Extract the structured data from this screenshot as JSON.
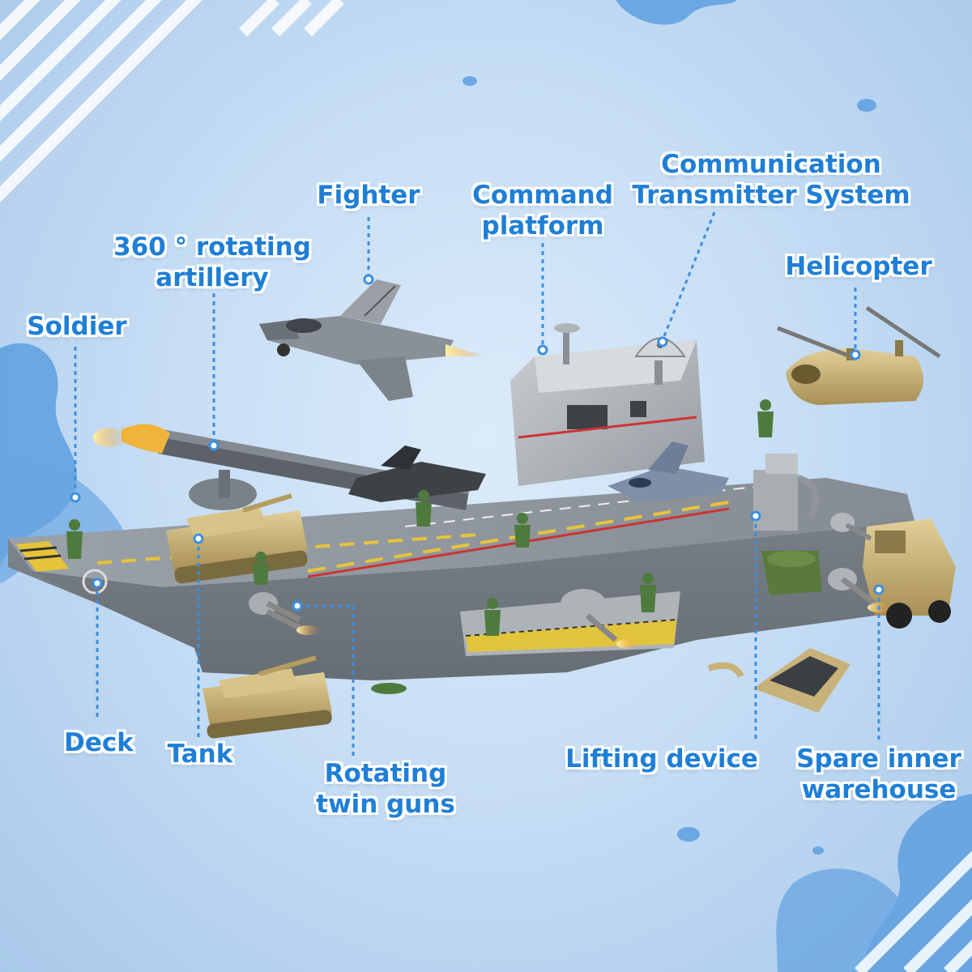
{
  "colors": {
    "label_text": "#1f7fd6",
    "label_outline": "#ffffff",
    "callout_line": "#3a8fe0",
    "background": "#c7def5",
    "paint_splash": "#5d9fe0",
    "hull_gray": "#7f868e",
    "deck_gray": "#9aa1a8",
    "tower_gray": "#b4b9bf",
    "soldier_green": "#4f7a3e",
    "tan_vehicle": "#c9b27a"
  },
  "labels": {
    "fighter": [
      "Fighter"
    ],
    "command_platform": [
      "Command",
      "platform"
    ],
    "communication_system": [
      "Communication",
      "Transmitter System"
    ],
    "helicopter": [
      "Helicopter"
    ],
    "artillery": [
      "360 ° rotating",
      "artillery"
    ],
    "soldier": [
      "Soldier"
    ],
    "deck": [
      "Deck"
    ],
    "tank": [
      "Tank"
    ],
    "twin_guns": [
      "Rotating",
      "twin guns"
    ],
    "lifting_device": [
      "Lifting device"
    ],
    "warehouse": [
      "Spare inner",
      "warehouse"
    ]
  },
  "icons": [
    "fighter-jet-icon",
    "helicopter-icon",
    "tank-icon",
    "soldier-icon",
    "missile-icon",
    "radar-dish-icon",
    "crane-icon",
    "truck-icon",
    "boat-icon"
  ]
}
